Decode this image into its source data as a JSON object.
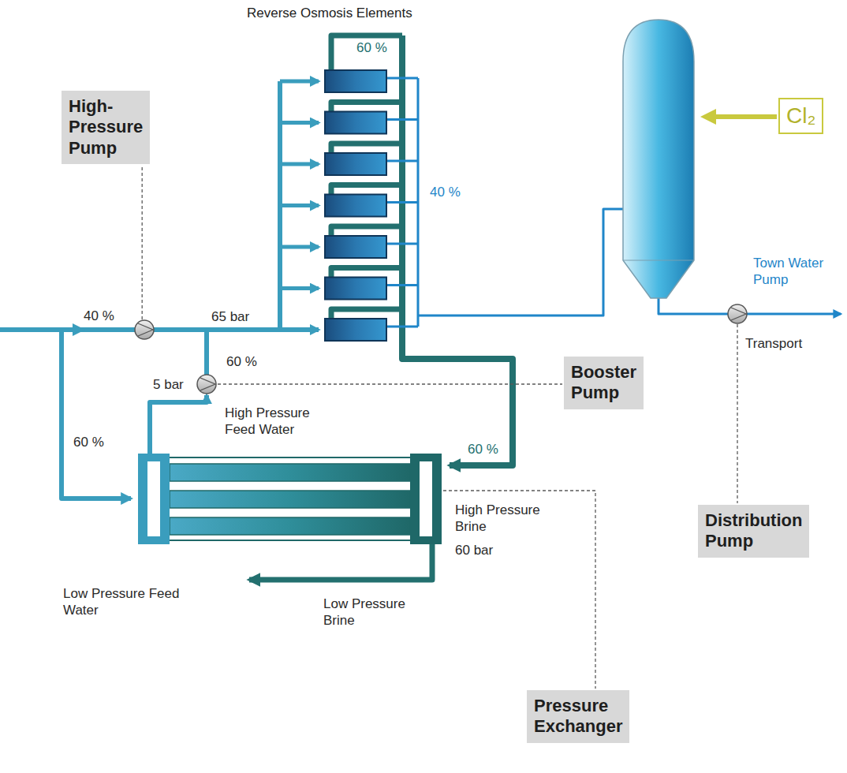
{
  "diagram": {
    "nodes": [
      {
        "text": [
          "High-Pressure Pump"
        ]
      },
      {
        "text": [
          "Cl₂"
        ]
      },
      {
        "text": [
          "Booster Pump"
        ]
      },
      {
        "text": [
          "Distribution Pump"
        ]
      },
      {
        "text": [
          "Pressure Exchanger"
        ]
      }
    ],
    "labels": [
      "Reverse Osmosis Elements",
      "60 %",
      "40 %",
      "40 %",
      "65 bar",
      "60 %",
      "5 bar",
      "High Pressure Feed Water",
      "60 %",
      "60 %",
      "High Pressure Brine",
      "60 bar",
      "Low Pressure Feed Water",
      "Low Pressure Brine",
      "Town Water Pump",
      "Transport"
    ]
  }
}
